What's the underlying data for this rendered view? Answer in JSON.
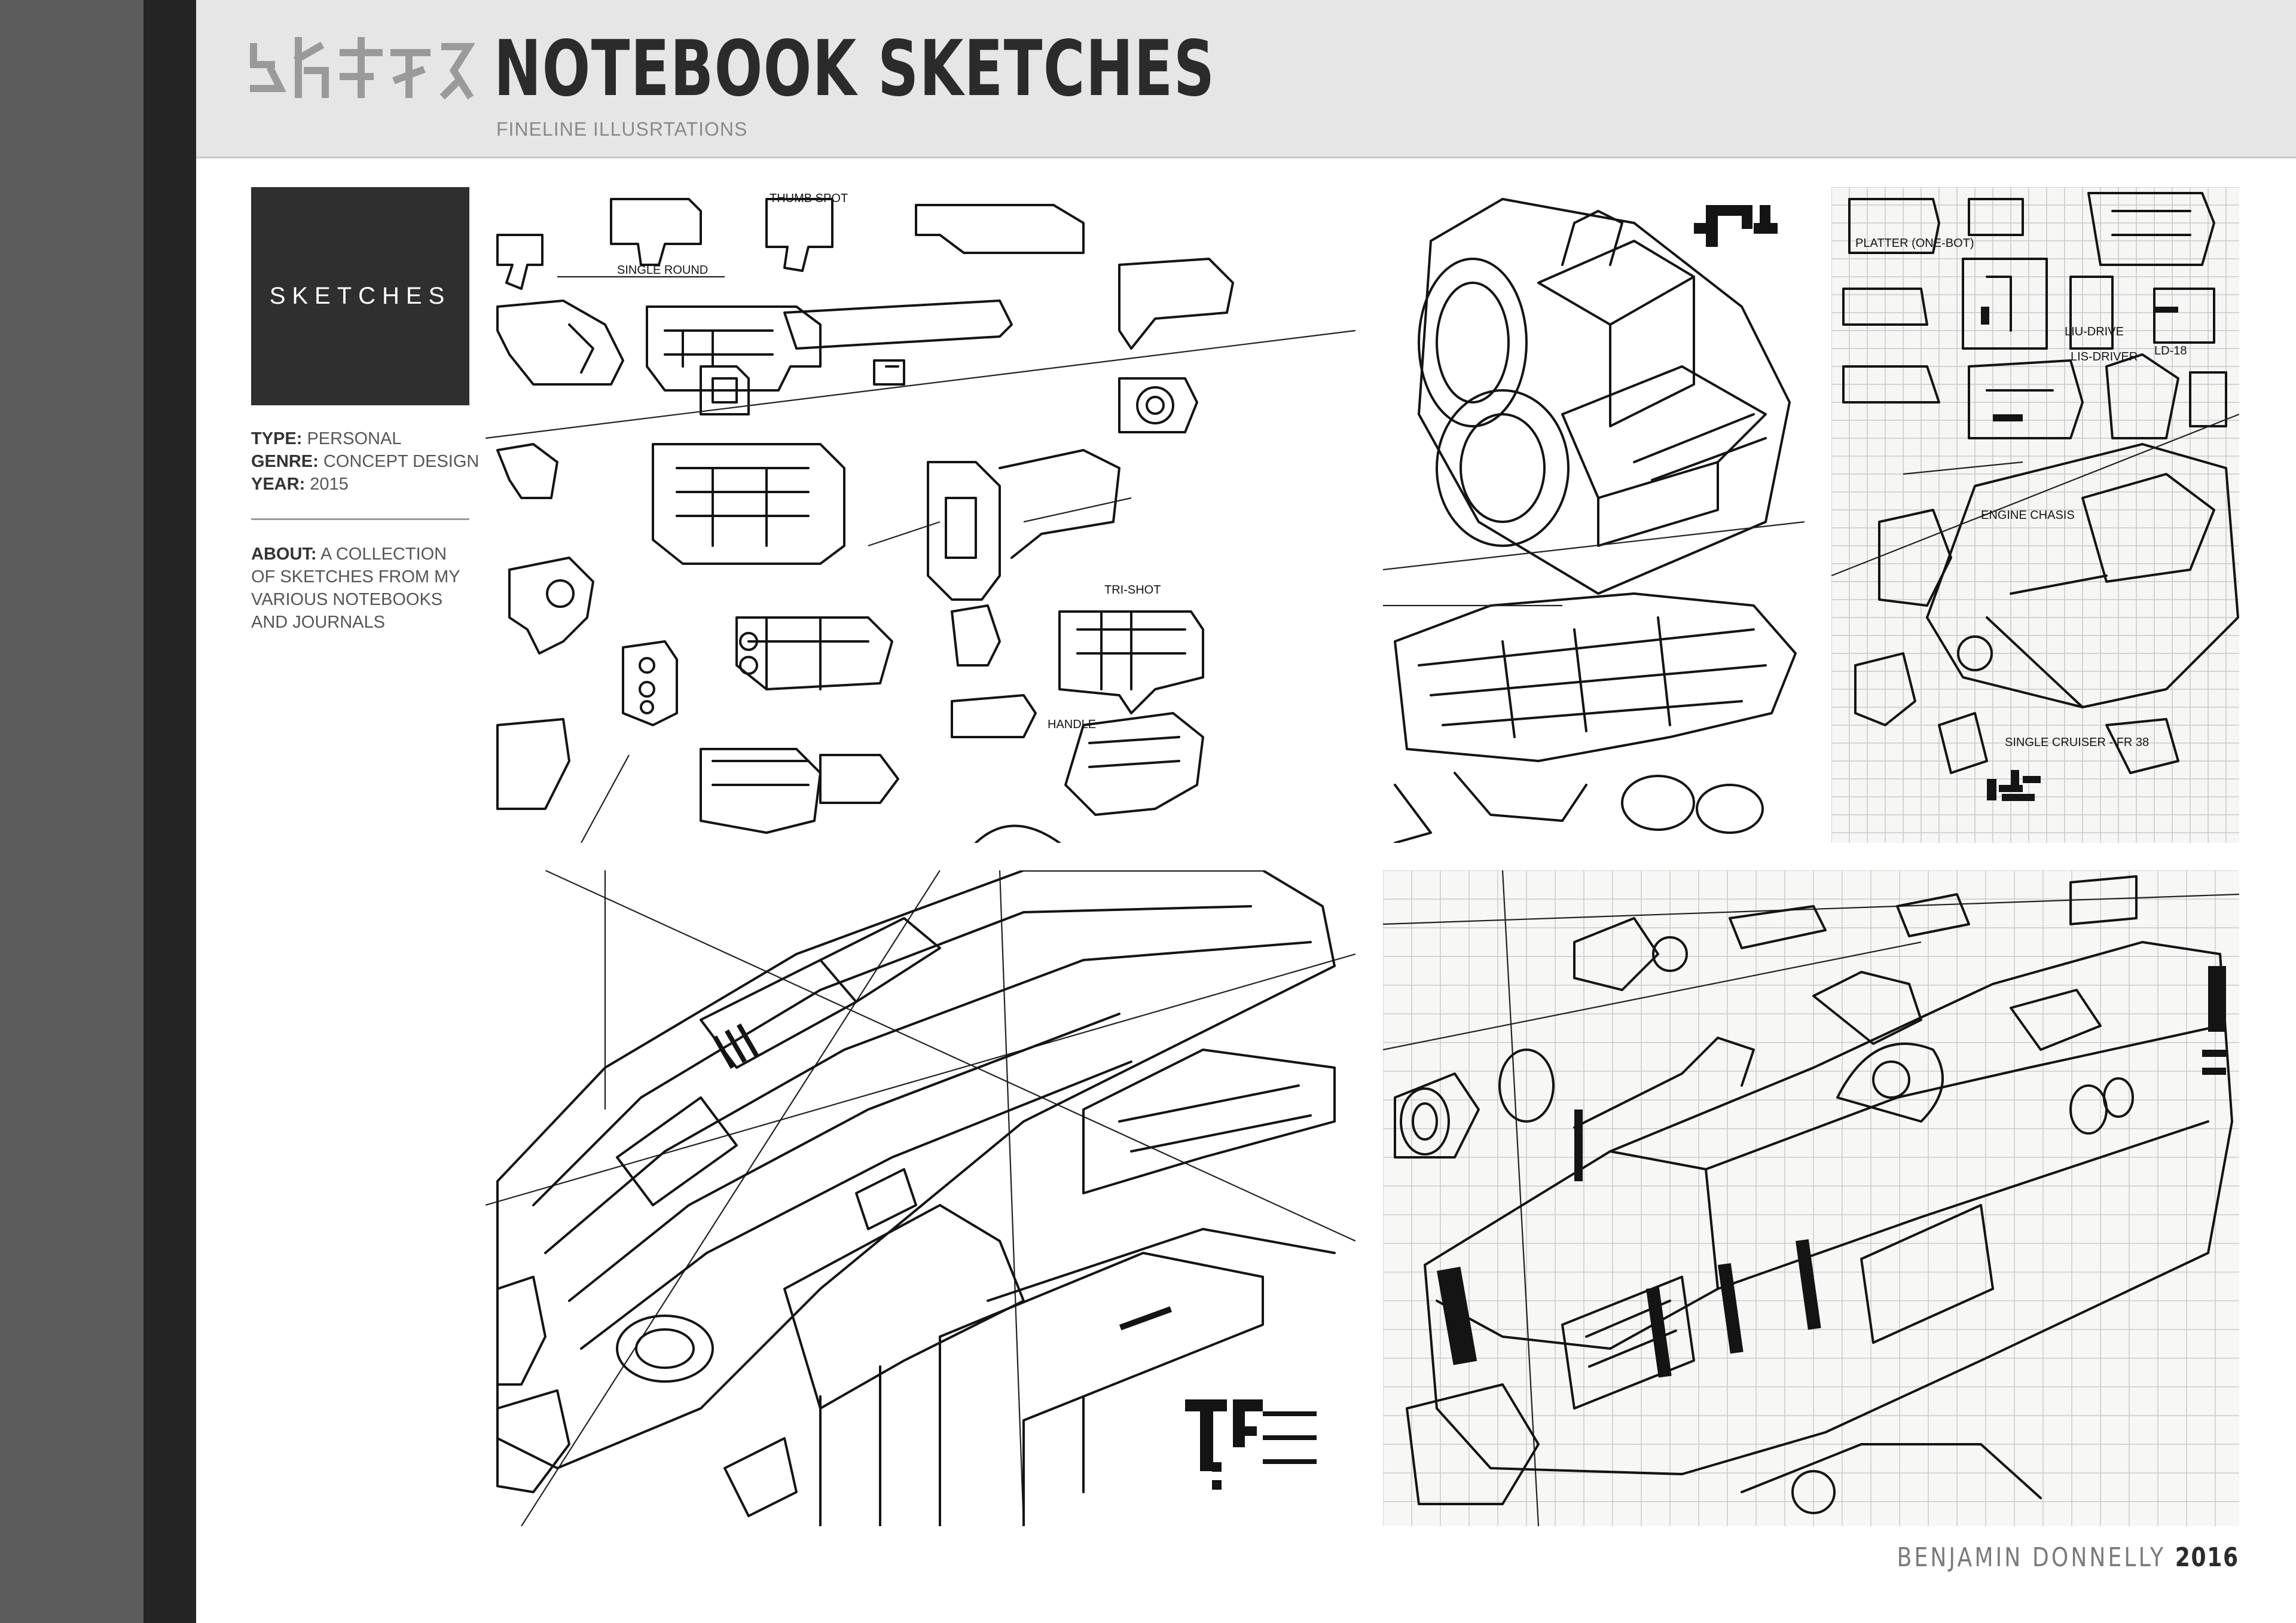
{
  "header": {
    "title": "NOTEBOOK SKETCHES",
    "subtitle": "FINELINE ILLUSRTATIONS"
  },
  "info": {
    "section_label": "SKETCHES",
    "type_key": "TYPE:",
    "type_value": "PERSONAL",
    "genre_key": "GENRE:",
    "genre_value": "CONCEPT DESIGN",
    "year_key": "YEAR:",
    "year_value": "2015",
    "about_key": "ABOUT:",
    "about_value": "A COLLECTION\nOF SKETCHES FROM MY\nVARIOUS NOTEBOOKS\nAND JOURNALS"
  },
  "sketch_notes": {
    "thumb_spot": "THUMB SPOT",
    "single_round": "SINGLE ROUND",
    "tri_shot": "TRI-SHOT",
    "handle": "HANDLE",
    "platter": "PLATTER (ONE-BOT)",
    "engine_chasis": "ENGINE CHASIS",
    "liu_drive": "LIU-DRIVE",
    "lis_driver": "LIS-DRIVER",
    "ld_18": "LD-18",
    "single_cruiser": "SINGLE CRUISER - FR 38"
  },
  "footer": {
    "author": "BENJAMIN DONNELLY",
    "year": "2016"
  },
  "colors": {
    "sidebar_gray": "#5c5c5c",
    "sidebar_dark": "#242424",
    "header_bg": "#e6e6e6",
    "title_text": "#2b2b2b",
    "section_box": "#2f2f2f"
  }
}
